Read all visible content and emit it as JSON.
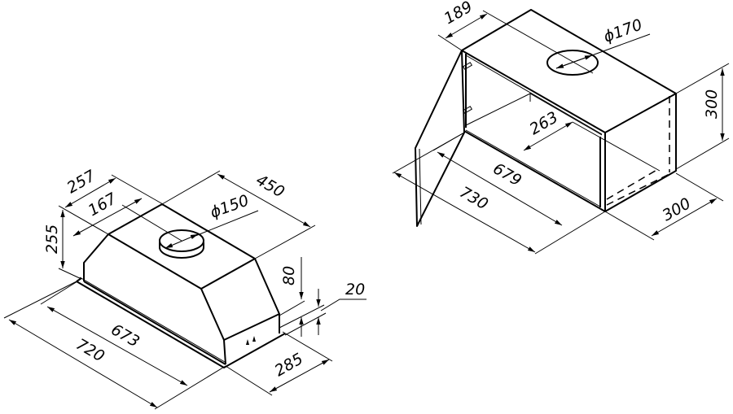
{
  "hood": {
    "dims": {
      "height": "255",
      "depth_total": "257",
      "hole_offset": "167",
      "hole_diameter": "ϕ150",
      "width_back": "450",
      "front_height": "80",
      "panel_thickness": "20",
      "body_length": "673",
      "total_length": "720",
      "front_depth": "285"
    }
  },
  "cabinet": {
    "dims": {
      "hole_offset": "189",
      "hole_diameter": "ϕ170",
      "height": "300",
      "inner_depth": "263",
      "inner_length": "679",
      "total_length": "730",
      "depth": "300"
    }
  },
  "colors": {
    "line": "#000000",
    "background": "#ffffff"
  }
}
